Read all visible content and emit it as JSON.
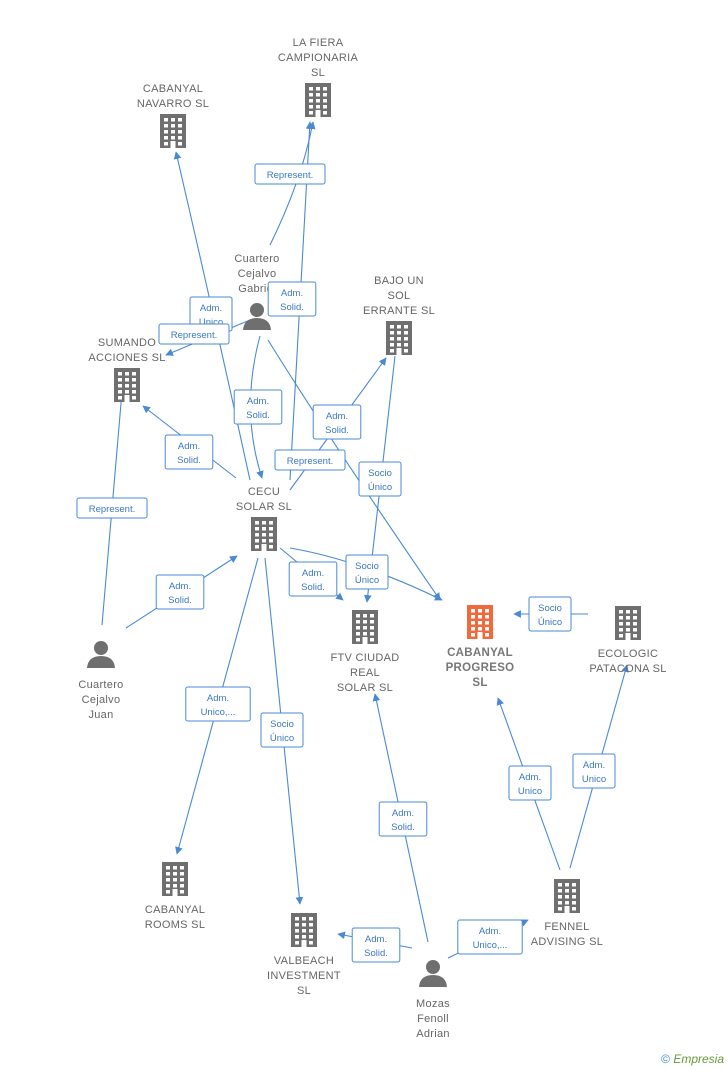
{
  "nodes": [
    {
      "id": "la_fiera",
      "type": "company",
      "lines": [
        "LA FIERA",
        "CAMPIONARIA",
        "SL"
      ]
    },
    {
      "id": "cabanyal_navarro",
      "type": "company",
      "lines": [
        "CABANYAL",
        "NAVARRO  SL"
      ]
    },
    {
      "id": "cuartero_gabriel",
      "type": "person",
      "lines": [
        "Cuartero",
        "Cejalvo",
        "Gabriel"
      ]
    },
    {
      "id": "bajo_un_sol",
      "type": "company",
      "lines": [
        "BAJO UN",
        "SOL",
        "ERRANTE  SL"
      ]
    },
    {
      "id": "sumando",
      "type": "company",
      "lines": [
        "SUMANDO",
        "ACCIONES  SL"
      ]
    },
    {
      "id": "cecu",
      "type": "company",
      "lines": [
        "CECU",
        "SOLAR SL"
      ]
    },
    {
      "id": "ftv",
      "type": "company",
      "lines": [
        "FTV CIUDAD",
        "REAL",
        "SOLAR  SL"
      ]
    },
    {
      "id": "cabanyal_progreso",
      "type": "focus",
      "lines": [
        "CABANYAL",
        "PROGRESO",
        "SL"
      ]
    },
    {
      "id": "ecologic",
      "type": "company",
      "lines": [
        "ECOLOGIC",
        "PATACONA  SL"
      ]
    },
    {
      "id": "cuartero_juan",
      "type": "person",
      "lines": [
        "Cuartero",
        "Cejalvo",
        "Juan"
      ]
    },
    {
      "id": "cabanyal_rooms",
      "type": "company",
      "lines": [
        "CABANYAL",
        "ROOMS  SL"
      ]
    },
    {
      "id": "valbeach",
      "type": "company",
      "lines": [
        "VALBEACH",
        "INVESTMENT",
        "SL"
      ]
    },
    {
      "id": "fennel",
      "type": "company",
      "lines": [
        "FENNEL",
        "ADVISING  SL"
      ]
    },
    {
      "id": "mozas",
      "type": "person",
      "lines": [
        "Mozas",
        "Fenoll",
        "Adrian"
      ]
    }
  ],
  "edges": [
    {
      "from": "cuartero_gabriel",
      "to": "la_fiera",
      "lines": [
        "Represent."
      ]
    },
    {
      "from": "cecu",
      "to": "la_fiera",
      "lines": [
        "Adm.",
        "Solid."
      ]
    },
    {
      "from": "cecu",
      "to": "cabanyal_navarro",
      "lines": [
        "Adm.",
        "Unico"
      ]
    },
    {
      "from": "cuartero_gabriel",
      "to": "sumando",
      "lines": [
        "Represent."
      ]
    },
    {
      "from": "cuartero_gabriel",
      "to": "cecu",
      "lines": [
        "Adm.",
        "Solid."
      ]
    },
    {
      "from": "cecu",
      "to": "sumando",
      "lines": [
        "Adm.",
        "Solid."
      ]
    },
    {
      "from": "cecu",
      "to": "bajo_un_sol",
      "lines": [
        "Adm.",
        "Solid."
      ]
    },
    {
      "from": "cuartero_gabriel",
      "to": "cabanyal_progreso",
      "lines": [
        "Represent."
      ]
    },
    {
      "from": "bajo_un_sol",
      "to": "ftv",
      "lines": [
        "Socio",
        "Único"
      ]
    },
    {
      "from": "cecu",
      "to": "ftv",
      "lines": [
        "Adm.",
        "Solid."
      ]
    },
    {
      "from": "cecu",
      "to": "cabanyal_progreso",
      "lines": [
        "Socio",
        "Único"
      ]
    },
    {
      "from": "cuartero_juan",
      "to": "sumando",
      "lines": [
        "Represent."
      ]
    },
    {
      "from": "cuartero_juan",
      "to": "cecu",
      "lines": [
        "Adm.",
        "Solid."
      ]
    },
    {
      "from": "cecu",
      "to": "cabanyal_rooms",
      "lines": [
        "Adm.",
        "Unico,..."
      ]
    },
    {
      "from": "cecu",
      "to": "valbeach",
      "lines": [
        "Socio",
        "Único"
      ]
    },
    {
      "from": "ecologic",
      "to": "cabanyal_progreso",
      "lines": [
        "Socio",
        "Único"
      ]
    },
    {
      "from": "fennel",
      "to": "cabanyal_progreso",
      "lines": [
        "Adm.",
        "Unico"
      ]
    },
    {
      "from": "fennel",
      "to": "ecologic",
      "lines": [
        "Adm.",
        "Unico"
      ]
    },
    {
      "from": "mozas",
      "to": "ftv",
      "lines": [
        "Adm.",
        "Solid."
      ]
    },
    {
      "from": "mozas",
      "to": "valbeach",
      "lines": [
        "Adm.",
        "Solid."
      ]
    },
    {
      "from": "mozas",
      "to": "fennel",
      "lines": [
        "Adm.",
        "Unico,..."
      ]
    }
  ],
  "colors": {
    "edge": "#4a8ad4",
    "company_icon": "#6f6f6f",
    "focus_icon": "#f06a3c",
    "person_icon": "#6f6f6f"
  },
  "footer": {
    "copyright": "©",
    "brand": "Empresia"
  }
}
